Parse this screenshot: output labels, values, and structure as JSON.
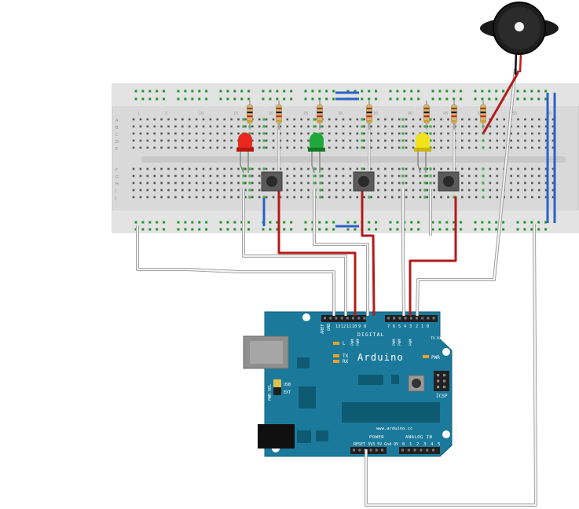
{
  "breadboard": {
    "column_numbers": [
      "1",
      "5",
      "10",
      "15",
      "20",
      "25",
      "30",
      "35",
      "40",
      "45",
      "50",
      "55",
      "60"
    ],
    "row_letters_top": [
      "A",
      "B",
      "C",
      "D",
      "E"
    ],
    "row_letters_bottom": [
      "F",
      "G",
      "H",
      "I",
      "J"
    ]
  },
  "leds": [
    {
      "color": "#e8271f"
    },
    {
      "color": "#21a83b"
    },
    {
      "color": "#f2e21a"
    }
  ],
  "arduino": {
    "logo": "Arduino",
    "url": "www.arduino.cc",
    "digital_label": "DIGITAL",
    "header_top_labels": [
      "AREF",
      "GND",
      "13",
      "12",
      "11",
      "10",
      "9",
      "8",
      "7",
      "6",
      "5",
      "4",
      "3",
      "2",
      "1",
      "0"
    ],
    "pwm_label": "PWM",
    "tx_rx_label_top": "TX RX",
    "led_labels": {
      "l": "L",
      "tx": "TX",
      "rx": "RX",
      "pwr": "PWR"
    },
    "icsp_label": "ICSP",
    "power_label": "POWER",
    "power_pins": "RESET 3V3 5V Gnd 9V",
    "analog_label": "ANALOG IN",
    "analog_pins": "0 1 2 3 4 5",
    "pwr_sel_label": "PWR SEL",
    "usb_label": "USB",
    "ext_label": "EXT",
    "board_color": "#1b7a9c"
  },
  "wire_colors": {
    "white": "#f2f2f2",
    "red": "#b31b1b",
    "blue": "#2a62c8"
  }
}
